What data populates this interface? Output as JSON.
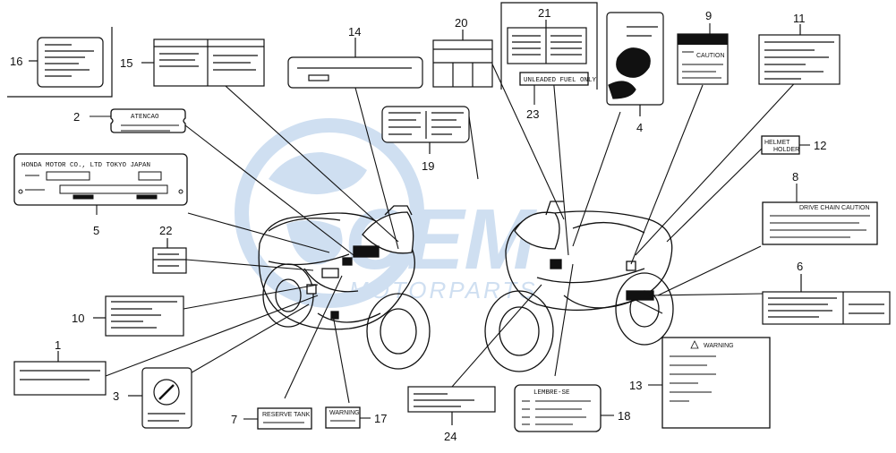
{
  "watermark": {
    "brand": "CEM",
    "sub": "MOTORPARTS",
    "color": "#a9c6e6"
  },
  "label_texts": {
    "honda_plate": "HONDA MOTOR CO., LTD TOKYO JAPAN",
    "atencao": "ATENCAO",
    "reserve_tank": "RESERVE TANK",
    "unleaded": "UNLEADED FUEL ONLY",
    "caution": "CAUTION",
    "helmet_1": "HELMET",
    "helmet_2": "HOLDER",
    "warning": "WARNING",
    "lembre": "LEMBRE-SE",
    "warning_small": "WARNING",
    "drive_chain": "DRIVE CHAIN CAUTION"
  },
  "callouts": [
    {
      "id": "1",
      "text": "1"
    },
    {
      "id": "2",
      "text": "2"
    },
    {
      "id": "3",
      "text": "3"
    },
    {
      "id": "4",
      "text": "4"
    },
    {
      "id": "5",
      "text": "5"
    },
    {
      "id": "6",
      "text": "6"
    },
    {
      "id": "7",
      "text": "7"
    },
    {
      "id": "8",
      "text": "8"
    },
    {
      "id": "9",
      "text": "9"
    },
    {
      "id": "10",
      "text": "10"
    },
    {
      "id": "11",
      "text": "11"
    },
    {
      "id": "12",
      "text": "12"
    },
    {
      "id": "13",
      "text": "13"
    },
    {
      "id": "14",
      "text": "14"
    },
    {
      "id": "15",
      "text": "15"
    },
    {
      "id": "16",
      "text": "16"
    },
    {
      "id": "17",
      "text": "17"
    },
    {
      "id": "18",
      "text": "18"
    },
    {
      "id": "19",
      "text": "19"
    },
    {
      "id": "20",
      "text": "20"
    },
    {
      "id": "21",
      "text": "21"
    },
    {
      "id": "22",
      "text": "22"
    },
    {
      "id": "23",
      "text": "23"
    },
    {
      "id": "24",
      "text": "24"
    }
  ]
}
